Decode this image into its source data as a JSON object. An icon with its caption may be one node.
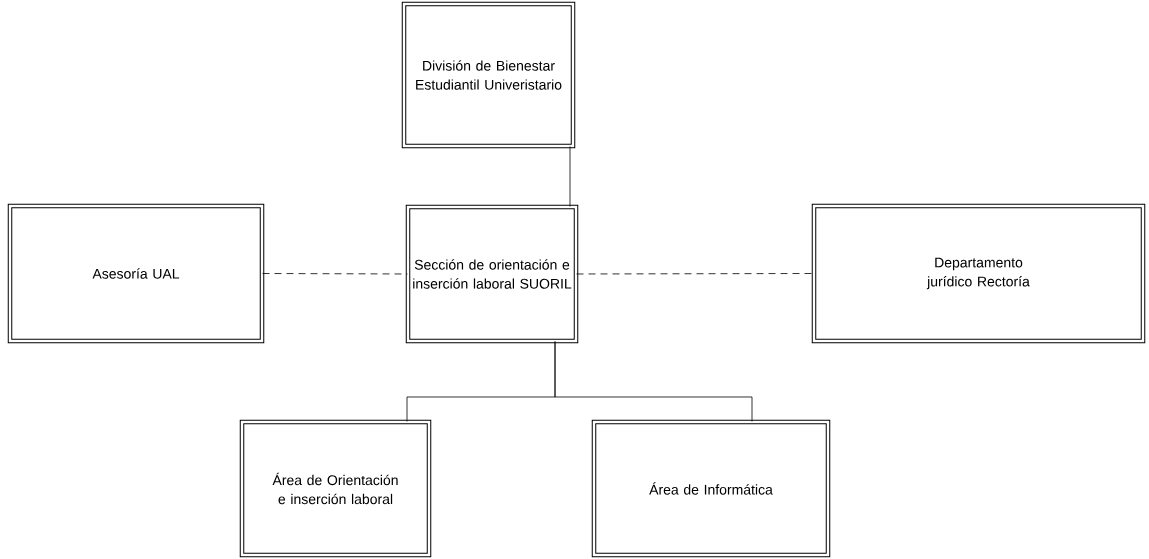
{
  "diagram": {
    "nodes": [
      {
        "text": [
          "División de Bienestar Estudiantil Univeristario"
        ]
      },
      {
        "text": [
          "Sección de orientación e inserción laboral SUORIL"
        ]
      },
      {
        "text": [
          "Asesoría UAL"
        ]
      },
      {
        "text": [
          "Departamento jurídico Rectoría"
        ]
      },
      {
        "text": [
          "Área de Orientación e inserción laboral"
        ]
      },
      {
        "text": [
          "Área de Informática"
        ]
      }
    ],
    "edges": [
      {
        "from": 0,
        "to": 1,
        "arrow": "none"
      },
      {
        "from": 2,
        "to": 1,
        "arrow": "none",
        "style": "dashed"
      },
      {
        "from": 1,
        "to": 3,
        "arrow": "none",
        "style": "dashed"
      },
      {
        "from": 1,
        "to": 4,
        "arrow": "none"
      },
      {
        "from": 1,
        "to": 5,
        "arrow": "none"
      }
    ]
  }
}
